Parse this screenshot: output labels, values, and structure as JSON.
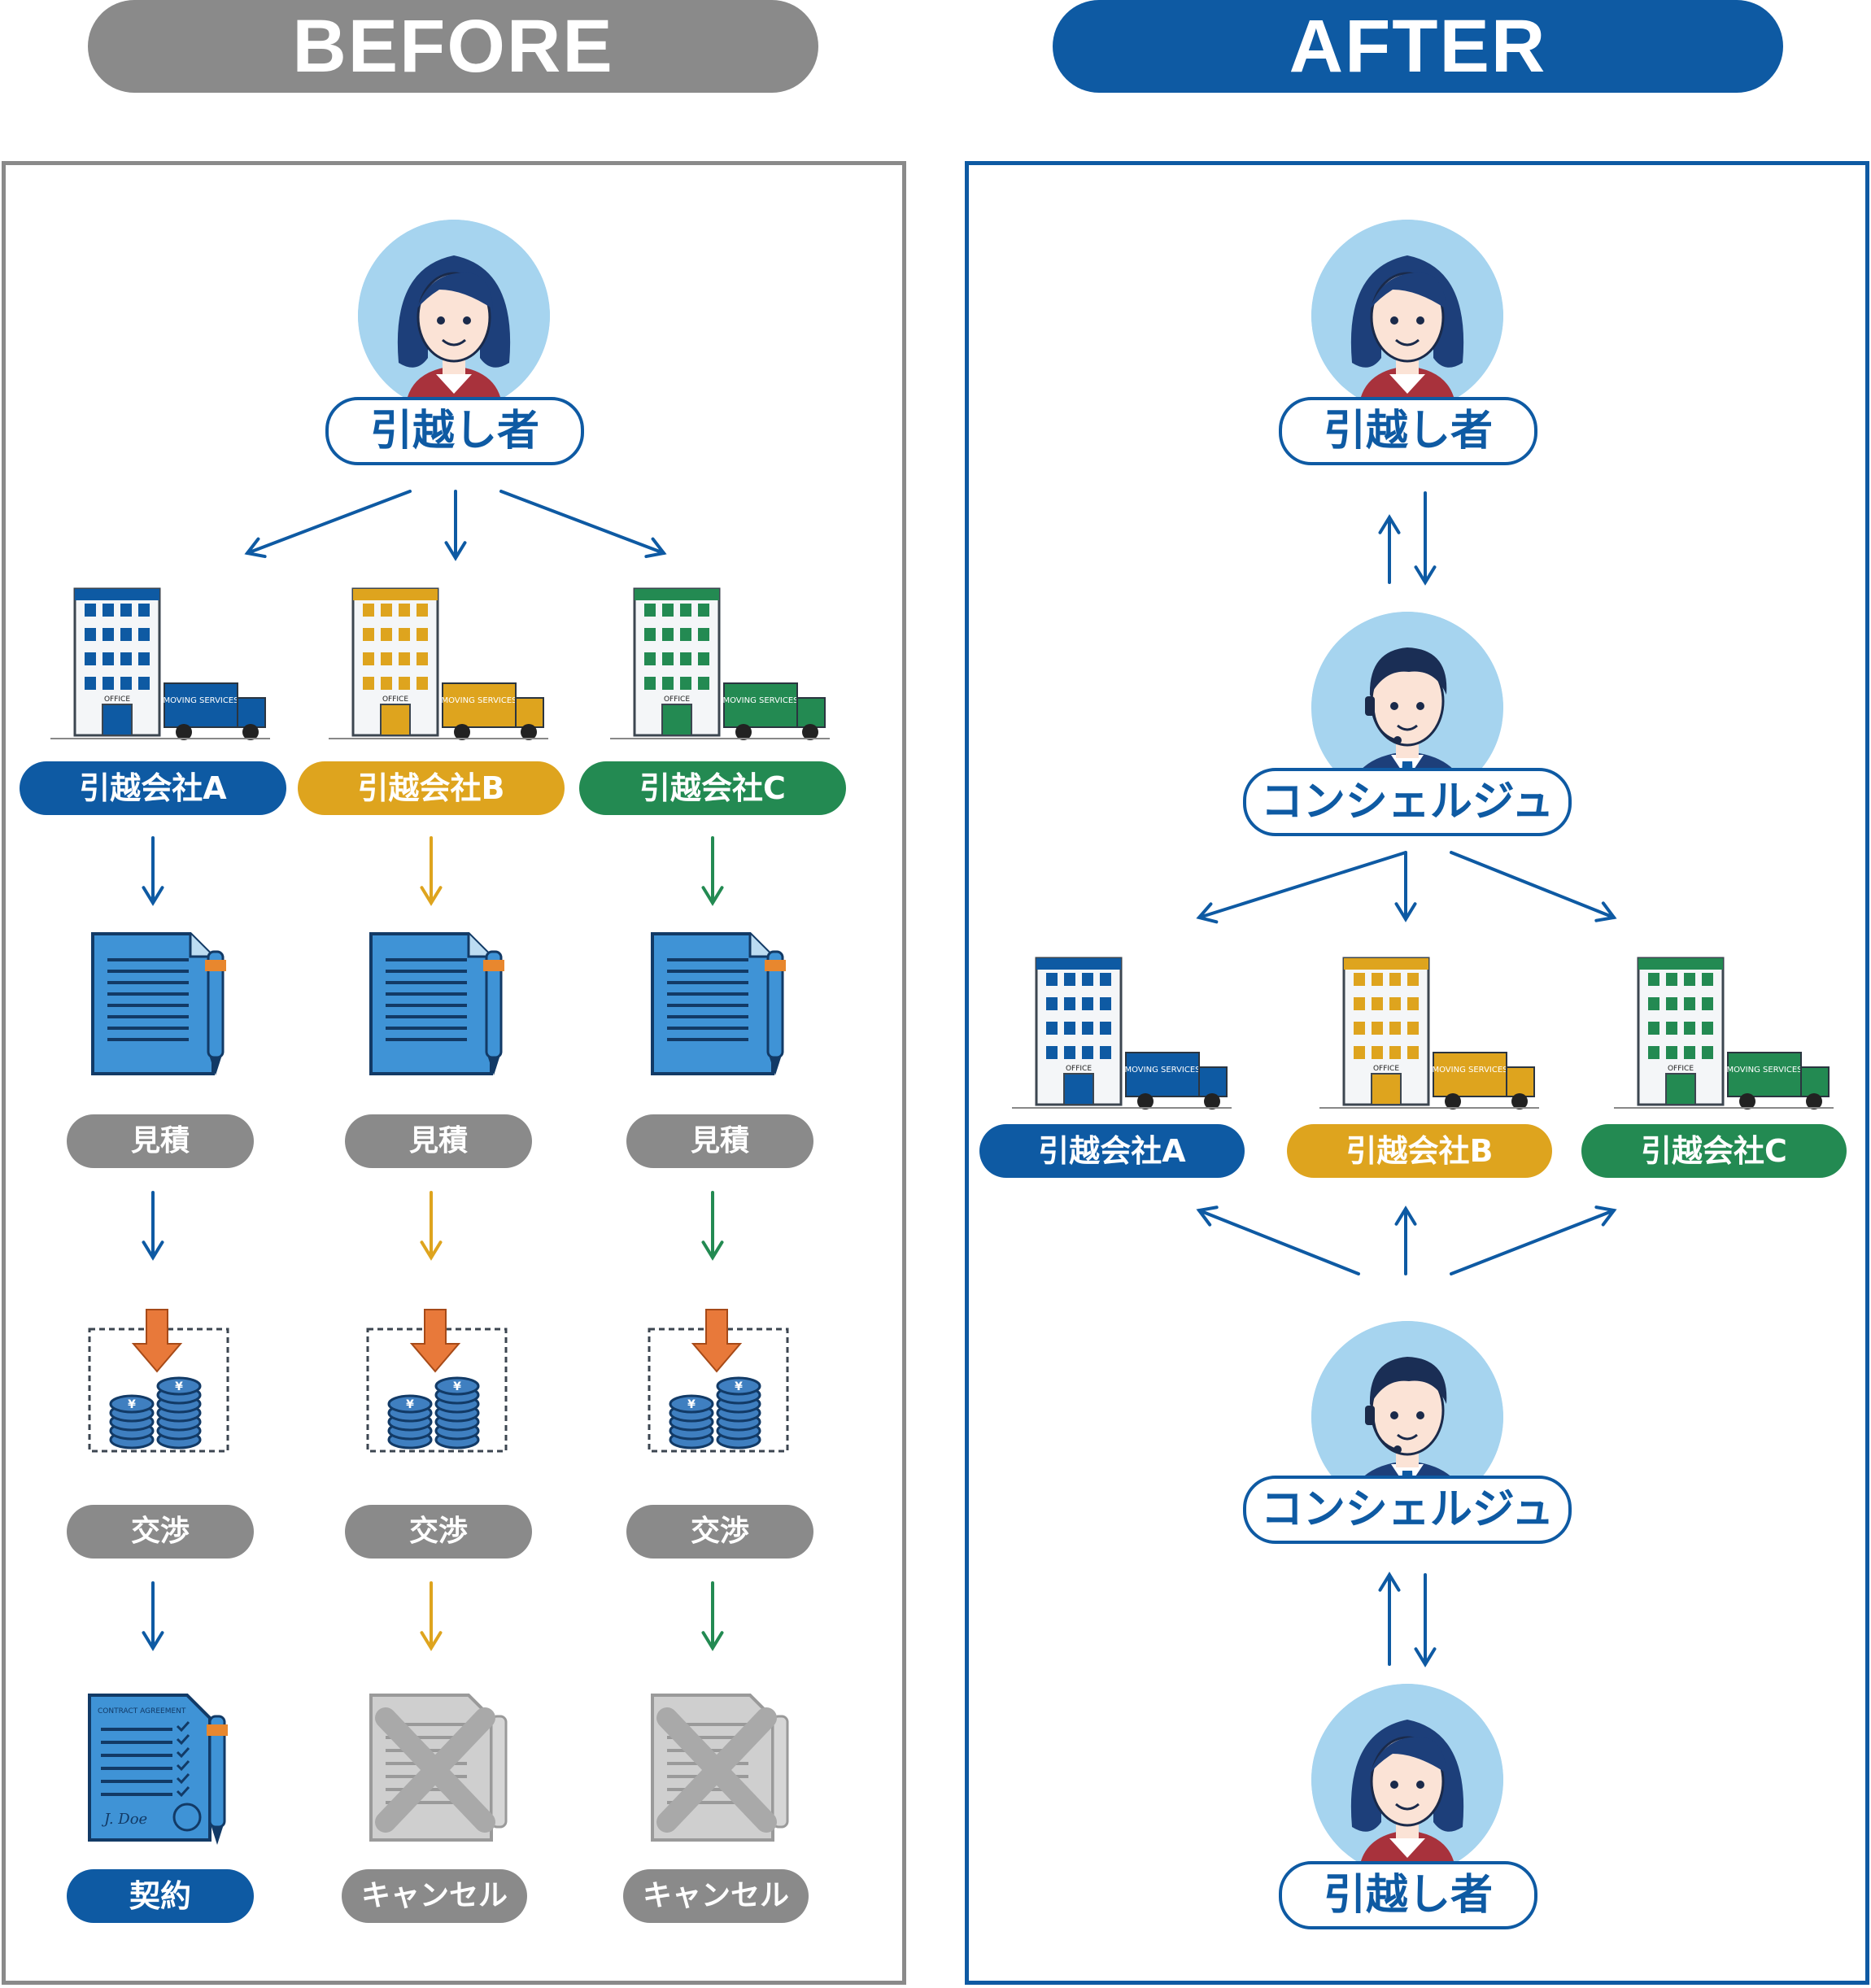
{
  "before": {
    "header": "BEFORE",
    "mover_label": "引越し者",
    "columns": [
      {
        "company": "引越会社A",
        "color": "#0e5aa3",
        "arrow_color": "#0e5aa3",
        "quote": "見積",
        "negotiate": "交渉",
        "result": "契約",
        "result_state": "contract"
      },
      {
        "company": "引越会社B",
        "color": "#dea41e",
        "arrow_color": "#dea41e",
        "quote": "見積",
        "negotiate": "交渉",
        "result": "キャンセル",
        "result_state": "cancel"
      },
      {
        "company": "引越会社C",
        "color": "#238a52",
        "arrow_color": "#238a52",
        "quote": "見積",
        "negotiate": "交渉",
        "result": "キャンセル",
        "result_state": "cancel"
      }
    ],
    "icons": {
      "building_text": "MOVING SERVICES",
      "office_text": "OFFICE",
      "contract_title": "CONTRACT AGREEMENT",
      "signature": "J. Doe"
    }
  },
  "after": {
    "header": "AFTER",
    "mover_label": "引越し者",
    "concierge_label": "コンシェルジュ",
    "companies": [
      {
        "name": "引越会社A",
        "color": "#0e5aa3"
      },
      {
        "name": "引越会社B",
        "color": "#dea41e"
      },
      {
        "name": "引越会社C",
        "color": "#238a52"
      }
    ]
  },
  "colors": {
    "before_header": "#8a8a8a",
    "after_header": "#0e5aa3",
    "avatar_bg": "#a6d4ef",
    "grey_label": "#8a8a8a"
  }
}
